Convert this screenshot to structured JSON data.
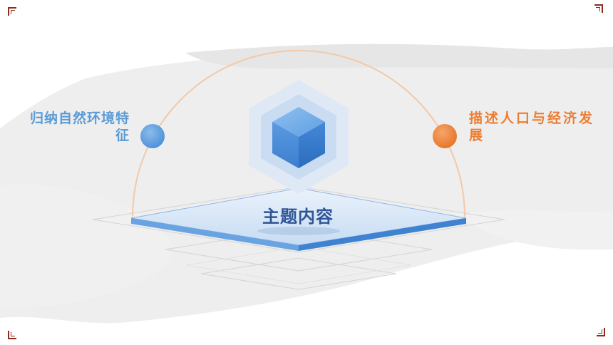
{
  "center_title": "主题内容",
  "left_point": {
    "text": "归纳自然环境特征"
  },
  "right_point": {
    "text": "描述人口与经济发展"
  },
  "colors": {
    "left_accent": "#5b9bd5",
    "right_accent": "#ed7d31",
    "corner_marks": "#8b2d1a",
    "center_title": "#2f5597",
    "cube": "#4a8fdc"
  },
  "icons": {
    "center": "cube-icon"
  }
}
